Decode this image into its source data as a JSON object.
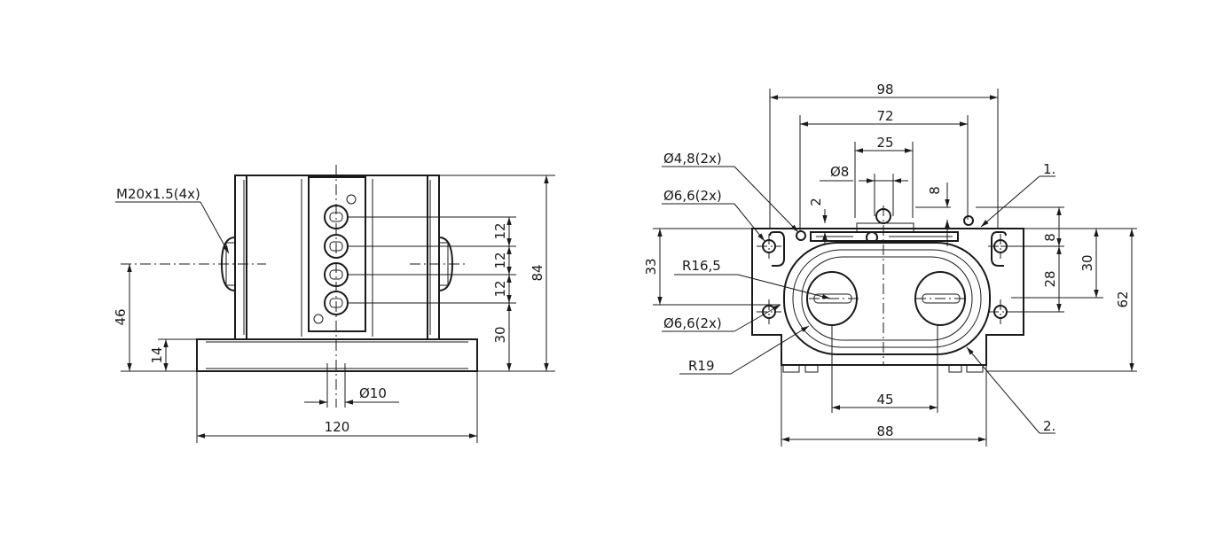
{
  "left_view": {
    "thread_callout": "M20x1.5(4x)",
    "dims": {
      "height_total": "84",
      "height_axis": "46",
      "base_height": "14",
      "width": "120",
      "bore": "Ø10",
      "pitch_1": "12",
      "pitch_2": "12",
      "pitch_3": "12",
      "lower": "30"
    }
  },
  "right_view": {
    "callout_hole_48": "Ø4,8(2x)",
    "callout_hole_66_top": "Ø6,6(2x)",
    "callout_hole_66_bottom": "Ø6,6(2x)",
    "callout_r165": "R16,5",
    "callout_r19": "R19",
    "callout_d8": "Ø8",
    "item_1": "1.",
    "item_2": "2.",
    "dims": {
      "width_98": "98",
      "width_72": "72",
      "width_25": "25",
      "small_2": "2",
      "small_8": "8",
      "height_33": "33",
      "right_8": "8",
      "right_30": "30",
      "right_28": "28",
      "height_62": "62",
      "spacing_45": "45",
      "width_88": "88"
    }
  }
}
